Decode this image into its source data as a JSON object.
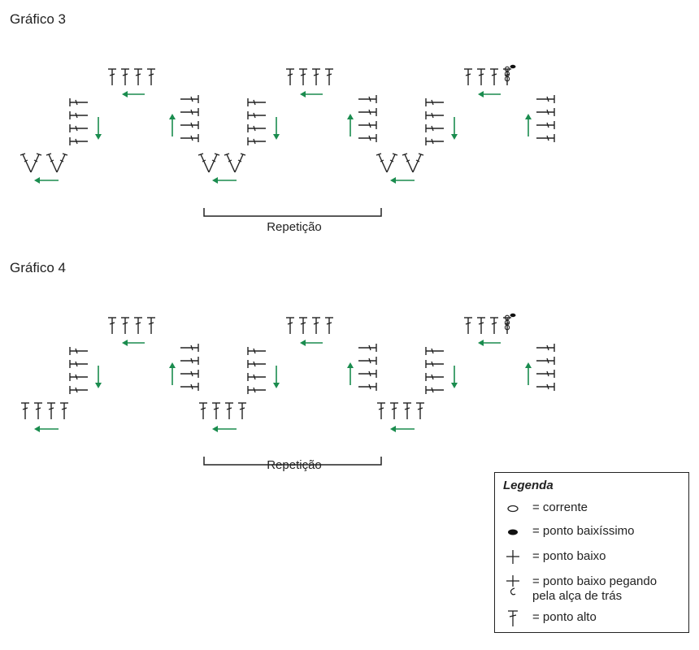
{
  "charts": [
    {
      "title": "Gráfico 3",
      "repeat_label": "Repetição"
    },
    {
      "title": "Gráfico 4",
      "repeat_label": "Repetição"
    }
  ],
  "legend": {
    "title": "Legenda",
    "items": [
      {
        "symbol": "chain-icon",
        "text": "= corrente"
      },
      {
        "symbol": "slip-stitch-icon",
        "text": "= ponto baixíssimo"
      },
      {
        "symbol": "single-crochet-icon",
        "text": "= ponto baixo"
      },
      {
        "symbol": "single-crochet-back-loop-icon",
        "text": "= ponto baixo pegando",
        "text2": "pela alça de trás"
      },
      {
        "symbol": "double-crochet-icon",
        "text": "= ponto alto"
      }
    ]
  },
  "colors": {
    "arrow": "#1a8c4e",
    "ink": "#222222"
  }
}
